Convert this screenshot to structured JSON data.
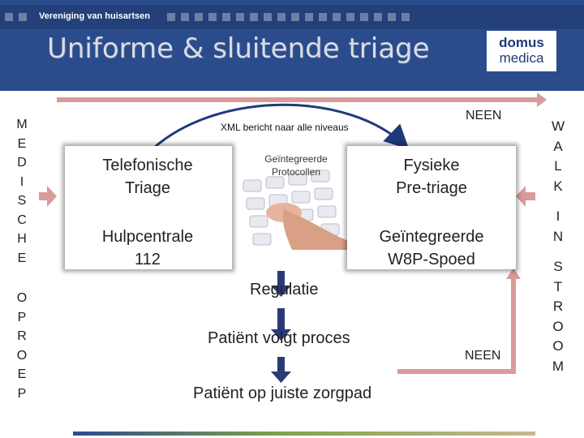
{
  "header": {
    "organization": "Vereniging van huisartsen",
    "title": "Uniforme & sluitende triage",
    "logo": {
      "line1": "domus",
      "line2": "medica"
    }
  },
  "left_column": {
    "top_letters": [
      "M",
      "E",
      "D",
      "I",
      "S",
      "C",
      "H",
      "E"
    ],
    "bottom_letters": [
      "O",
      "P",
      "R",
      "O",
      "E",
      "P"
    ]
  },
  "right_column": {
    "letters": [
      "W",
      "A",
      "L",
      "K",
      "",
      "I",
      "N",
      "",
      "S",
      "T",
      "R",
      "O",
      "O",
      "M"
    ]
  },
  "diagram": {
    "xml_label": "XML bericht naar alle niveaus",
    "neen_top": "NEEN",
    "neen_bottom": "NEEN",
    "boxes": {
      "telefonische": [
        "Telefonische",
        "Triage"
      ],
      "hulpcentrale": [
        "Hulpcentrale",
        "112"
      ],
      "fysieke": [
        "Fysieke",
        "Pre-triage"
      ],
      "w8p": [
        "Geïntegreerde",
        "W8P-Spoed"
      ]
    },
    "protocols_label": [
      "Geïntegreerde",
      "Protocollen"
    ],
    "flow": {
      "regulatie": "Regulatie",
      "volgt": "Patiënt volgt proces",
      "zorgpad": "Patiënt op juiste zorgpad"
    }
  },
  "colors": {
    "header": "#2b4c8c",
    "arrow_pink": "#d99a9a",
    "arrow_navy": "#2a3a78",
    "arc_blue": "#1f3a7a"
  }
}
